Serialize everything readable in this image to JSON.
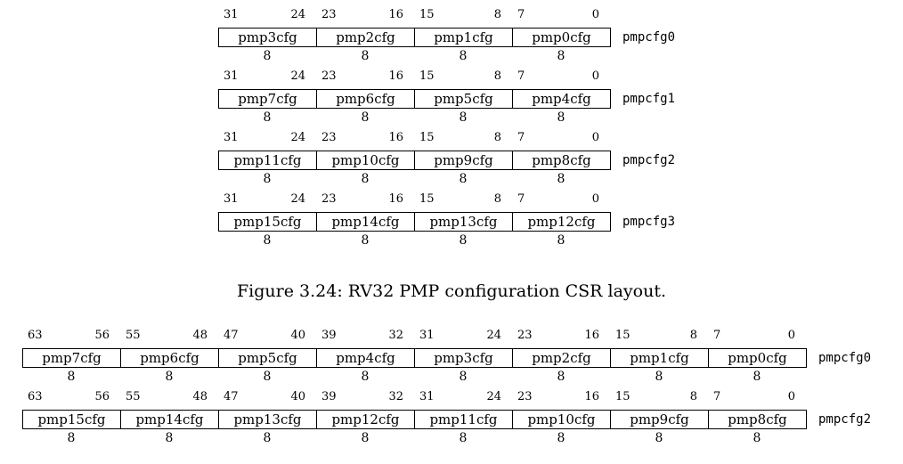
{
  "rv32_registers": [
    {
      "name": "pmpcfg0",
      "fields": [
        {
          "label": "pmp3cfg",
          "high_bit": "31",
          "low_bit": "24",
          "width": "8"
        },
        {
          "label": "pmp2cfg",
          "high_bit": "23",
          "low_bit": "16",
          "width": "8"
        },
        {
          "label": "pmp1cfg",
          "high_bit": "15",
          "low_bit": "8",
          "width": "8"
        },
        {
          "label": "pmp0cfg",
          "high_bit": "7",
          "low_bit": "0",
          "width": "8"
        }
      ]
    },
    {
      "name": "pmpcfg1",
      "fields": [
        {
          "label": "pmp7cfg",
          "high_bit": "31",
          "low_bit": "24",
          "width": "8"
        },
        {
          "label": "pmp6cfg",
          "high_bit": "23",
          "low_bit": "16",
          "width": "8"
        },
        {
          "label": "pmp5cfg",
          "high_bit": "15",
          "low_bit": "8",
          "width": "8"
        },
        {
          "label": "pmp4cfg",
          "high_bit": "7",
          "low_bit": "0",
          "width": "8"
        }
      ]
    },
    {
      "name": "pmpcfg2",
      "fields": [
        {
          "label": "pmp11cfg",
          "high_bit": "31",
          "low_bit": "24",
          "width": "8"
        },
        {
          "label": "pmp10cfg",
          "high_bit": "23",
          "low_bit": "16",
          "width": "8"
        },
        {
          "label": "pmp9cfg",
          "high_bit": "15",
          "low_bit": "8",
          "width": "8"
        },
        {
          "label": "pmp8cfg",
          "high_bit": "7",
          "low_bit": "0",
          "width": "8"
        }
      ]
    },
    {
      "name": "pmpcfg3",
      "fields": [
        {
          "label": "pmp15cfg",
          "high_bit": "31",
          "low_bit": "24",
          "width": "8"
        },
        {
          "label": "pmp14cfg",
          "high_bit": "23",
          "low_bit": "16",
          "width": "8"
        },
        {
          "label": "pmp13cfg",
          "high_bit": "15",
          "low_bit": "8",
          "width": "8"
        },
        {
          "label": "pmp12cfg",
          "high_bit": "7",
          "low_bit": "0",
          "width": "8"
        }
      ]
    }
  ],
  "caption": "Figure 3.24: RV32 PMP configuration CSR layout.",
  "rv64_registers": [
    {
      "name": "pmpcfg0",
      "fields": [
        {
          "label": "pmp7cfg",
          "high_bit": "63",
          "low_bit": "56",
          "width": "8"
        },
        {
          "label": "pmp6cfg",
          "high_bit": "55",
          "low_bit": "48",
          "width": "8"
        },
        {
          "label": "pmp5cfg",
          "high_bit": "47",
          "low_bit": "40",
          "width": "8"
        },
        {
          "label": "pmp4cfg",
          "high_bit": "39",
          "low_bit": "32",
          "width": "8"
        },
        {
          "label": "pmp3cfg",
          "high_bit": "31",
          "low_bit": "24",
          "width": "8"
        },
        {
          "label": "pmp2cfg",
          "high_bit": "23",
          "low_bit": "16",
          "width": "8"
        },
        {
          "label": "pmp1cfg",
          "high_bit": "15",
          "low_bit": "8",
          "width": "8"
        },
        {
          "label": "pmp0cfg",
          "high_bit": "7",
          "low_bit": "0",
          "width": "8"
        }
      ]
    },
    {
      "name": "pmpcfg2",
      "fields": [
        {
          "label": "pmp15cfg",
          "high_bit": "63",
          "low_bit": "56",
          "width": "8"
        },
        {
          "label": "pmp14cfg",
          "high_bit": "55",
          "low_bit": "48",
          "width": "8"
        },
        {
          "label": "pmp13cfg",
          "high_bit": "47",
          "low_bit": "40",
          "width": "8"
        },
        {
          "label": "pmp12cfg",
          "high_bit": "39",
          "low_bit": "32",
          "width": "8"
        },
        {
          "label": "pmp11cfg",
          "high_bit": "31",
          "low_bit": "24",
          "width": "8"
        },
        {
          "label": "pmp10cfg",
          "high_bit": "23",
          "low_bit": "16",
          "width": "8"
        },
        {
          "label": "pmp9cfg",
          "high_bit": "15",
          "low_bit": "8",
          "width": "8"
        },
        {
          "label": "pmp8cfg",
          "high_bit": "7",
          "low_bit": "0",
          "width": "8"
        }
      ]
    }
  ]
}
